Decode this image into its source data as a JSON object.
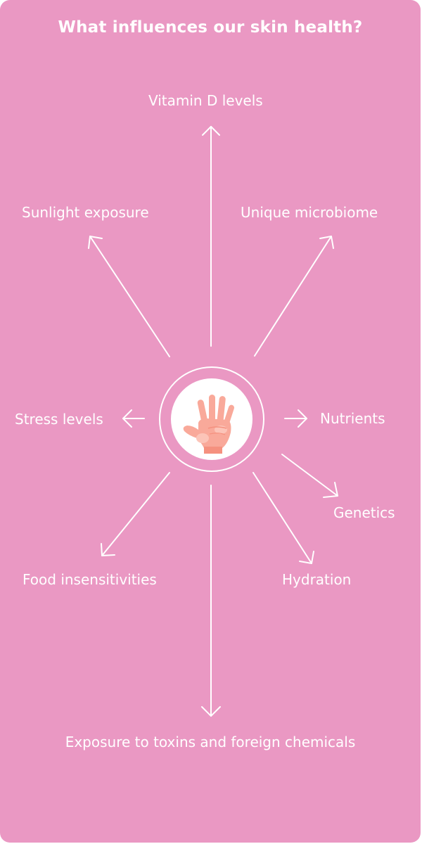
{
  "title": "What influences our skin health?",
  "center_icon": "hand-palm-icon",
  "colors": {
    "background": "#EA98C3",
    "foreground": "#FFFFFF",
    "hand_skin": "#F9A99A",
    "hand_highlight": "#FCC4B8",
    "hand_cuff": "#F5917F"
  },
  "factors": [
    {
      "id": "vitamin-d",
      "label": "Vitamin D levels",
      "direction": "up"
    },
    {
      "id": "sunlight",
      "label": "Sunlight exposure",
      "direction": "up-left"
    },
    {
      "id": "microbiome",
      "label": "Unique microbiome",
      "direction": "up-right"
    },
    {
      "id": "stress",
      "label": "Stress levels",
      "direction": "left"
    },
    {
      "id": "nutrients",
      "label": "Nutrients",
      "direction": "right"
    },
    {
      "id": "genetics",
      "label": "Genetics",
      "direction": "down-right"
    },
    {
      "id": "food",
      "label": "Food insensitivities",
      "direction": "down-left"
    },
    {
      "id": "hydration",
      "label": "Hydration",
      "direction": "down-right"
    },
    {
      "id": "toxins",
      "label": "Exposure to toxins and foreign chemicals",
      "direction": "down"
    }
  ]
}
